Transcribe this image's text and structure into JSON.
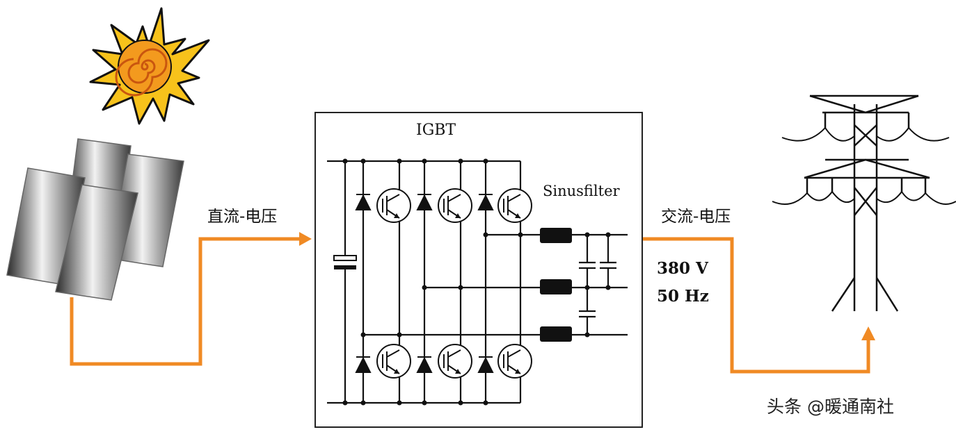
{
  "labels": {
    "dc_voltage": "直流-电压",
    "ac_voltage": "交流-电压",
    "inverter": "IGBT",
    "filter": "Sinusfilter",
    "output_voltage": "380 V",
    "output_frequency": "50 Hz"
  },
  "watermark": "头条 @暖通南社",
  "colors": {
    "arrow": "#f08a24",
    "circuit": "#111111",
    "sun_outer": "#f7c21b",
    "sun_core": "#f39a1e",
    "inductor": "#111111"
  },
  "icons": [
    "sun-icon",
    "solar-panel-icon",
    "power-tower-icon"
  ]
}
